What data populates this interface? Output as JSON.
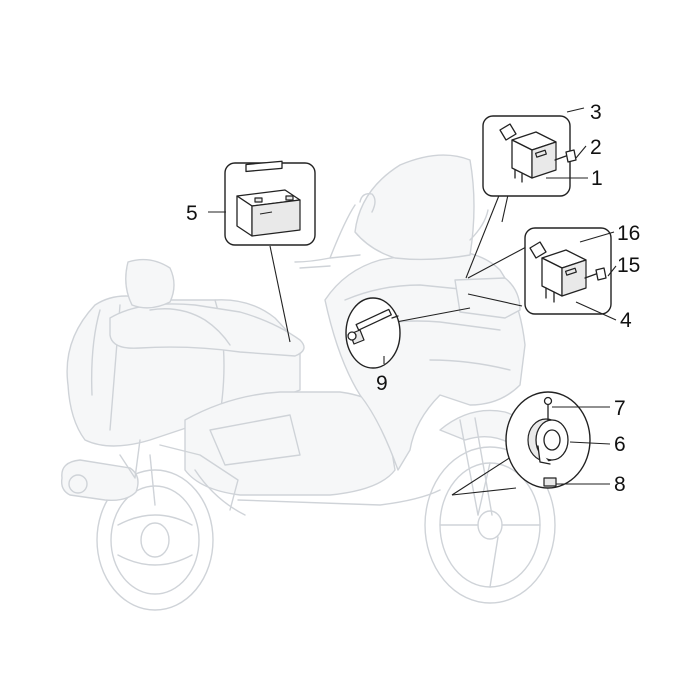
{
  "callouts": [
    {
      "id": "3",
      "label": "3"
    },
    {
      "id": "2",
      "label": "2"
    },
    {
      "id": "1",
      "label": "1"
    },
    {
      "id": "16",
      "label": "16"
    },
    {
      "id": "15",
      "label": "15"
    },
    {
      "id": "4",
      "label": "4"
    },
    {
      "id": "5",
      "label": "5"
    },
    {
      "id": "9",
      "label": "9"
    },
    {
      "id": "7",
      "label": "7"
    },
    {
      "id": "6",
      "label": "6"
    },
    {
      "id": "8",
      "label": "8"
    }
  ],
  "parts": {
    "battery": "battery",
    "relay_upper": "relay",
    "relay_lower": "relay",
    "bolt": "bolt",
    "horn": "horn"
  },
  "colors": {
    "scooter_outline": "#cfd3d8",
    "part_stroke": "#222222",
    "background": "#ffffff"
  }
}
